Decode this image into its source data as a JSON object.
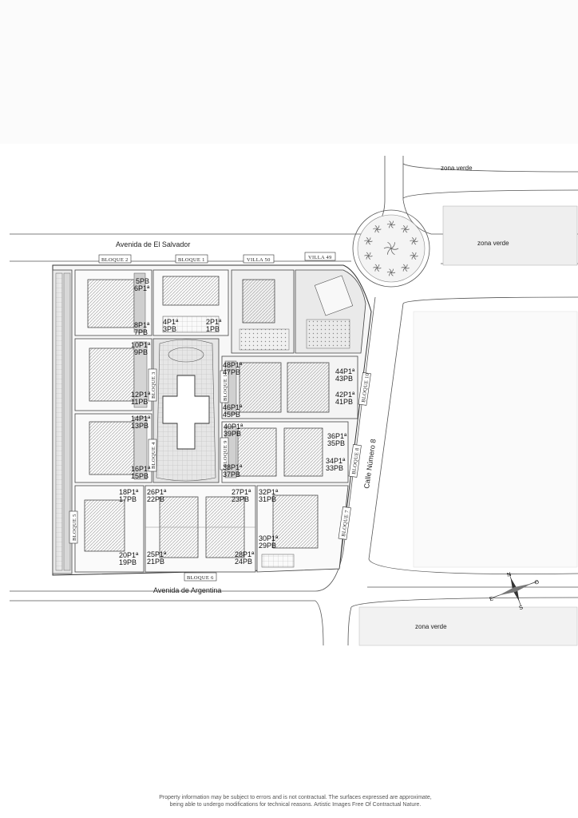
{
  "streets": {
    "el_salvador": "Avenida   de   El Salvador",
    "argentina": "Avenida   de   Argentina",
    "calle8": "Calle  Número   8"
  },
  "zones": {
    "top_right": "zona verde",
    "right_roundabout": "zona verde",
    "bottom_right": "zona verde"
  },
  "blocks": {
    "b2": "BLOQUE 2",
    "b1": "BLOQUE 1",
    "villa50": "VILLA 50",
    "villa49": "VILLA 49",
    "b3": "BLOQUE 3",
    "b4": "BLOQUE 4",
    "b10": "BLOQUE 10",
    "b11": "BLOQUE 11",
    "b9": "BLOQUE 9",
    "b8": "BLOQUE 8",
    "b7": "BLOQUE 7",
    "b5": "BLOQUE 5",
    "b6": "BLOQUE 6"
  },
  "units": {
    "u5pb": "5PB",
    "u6p1": "6P1ª",
    "u8p1": "8P1ª",
    "u7pb": "7PB",
    "u4p1": "4P1ª",
    "u3pb": "3PB",
    "u2p1": "2P1ª",
    "u1pb": "1PB",
    "u10p1": "10P1ª",
    "u9pb": "9PB",
    "u12p1": "12P1ª",
    "u11pb": "11PB",
    "u14p1": "14P1ª",
    "u13pb": "13PB",
    "u16p1": "16P1ª",
    "u15pb": "15PB",
    "u48p1": "48P1ª",
    "u47pb": "47PB",
    "u46p1": "46P1ª",
    "u45pb": "45PB",
    "u44p1": "44P1ª",
    "u43pb": "43PB",
    "u42p1": "42P1ª",
    "u41pb": "41PB",
    "u40p1": "40P1ª",
    "u39pb": "39PB",
    "u38p1": "38P1ª",
    "u37pb": "37PB",
    "u36p1": "36P1ª",
    "u35pb": "35PB",
    "u34p1": "34P1ª",
    "u33pb": "33PB",
    "u18p1": "18P1ª",
    "u17pb": "17PB",
    "u20p1": "20P1ª",
    "u19pb": "19PB",
    "u26p1": "26P1ª",
    "u22pb": "22PB",
    "u27p1": "27P1ª",
    "u23pb": "23PB",
    "u25p1": "25P1ª",
    "u21pb": "21PB",
    "u28p1": "28P1ª",
    "u24pb": "24PB",
    "u32p1": "32P1ª",
    "u31pb": "31PB",
    "u30p1": "30P1ª",
    "u29pb": "29PB"
  },
  "compass": {
    "n": "N",
    "e": "E",
    "s": "S",
    "o": "O"
  },
  "disclaimer": {
    "line1": "Property information may be subject to errors and is not contractual. The surfaces expressed are approximate,",
    "line2": "being able to undergo modifications for technical reasons. Artistic Images Free Of Contractual Nature."
  }
}
